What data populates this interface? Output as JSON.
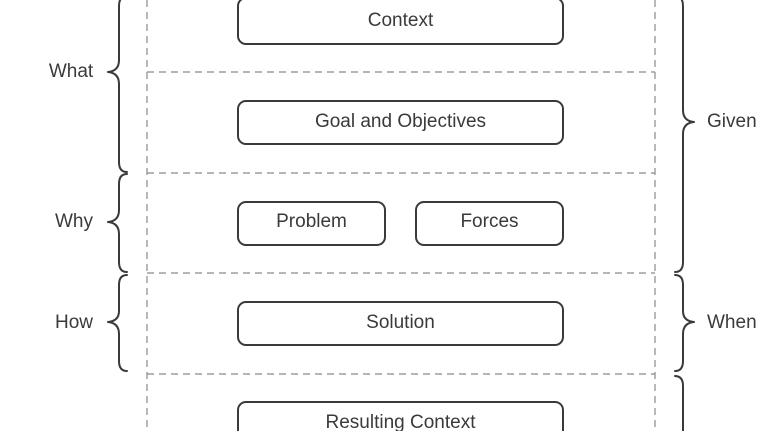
{
  "diagram": {
    "nodes": {
      "context": "Context",
      "goal": "Goal and Objectives",
      "problem": "Problem",
      "forces": "Forces",
      "solution": "Solution",
      "resulting": "Resulting Context"
    },
    "left_labels": {
      "what": "What",
      "why": "Why",
      "how": "How"
    },
    "right_labels": {
      "given": "Given",
      "when": "When"
    }
  }
}
